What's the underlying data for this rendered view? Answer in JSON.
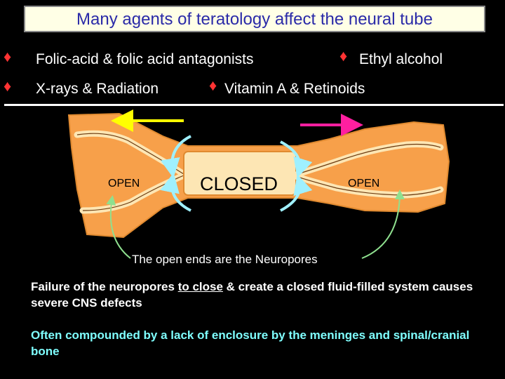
{
  "title": "Many agents of teratology affect the neural tube",
  "bullet_glyph": "♦",
  "agents": [
    "Folic-acid & folic acid antagonists",
    "Ethyl alcohol",
    "X-rays & Radiation",
    "Vitamin A & Retinoids"
  ],
  "diagram": {
    "open_left": "OPEN",
    "closed": "CLOSED",
    "open_right": "OPEN",
    "caption": "The open ends are the Neuropores"
  },
  "paragraph1": {
    "before": "Failure of the neuropores ",
    "underlined": "to close",
    "after": " & create a closed fluid-filled system causes severe CNS defects"
  },
  "paragraph2": "Often compounded by a lack of enclosure by the meninges and spinal/cranial bone",
  "colors": {
    "tube_outer": "#f7a04a",
    "tube_inner": "#fde6b4",
    "left_arrow": "#ffff00",
    "right_arrow": "#ff1fa0",
    "curve_arrows": "#9ff0ff",
    "caption_pointers": "#8fe08f"
  }
}
